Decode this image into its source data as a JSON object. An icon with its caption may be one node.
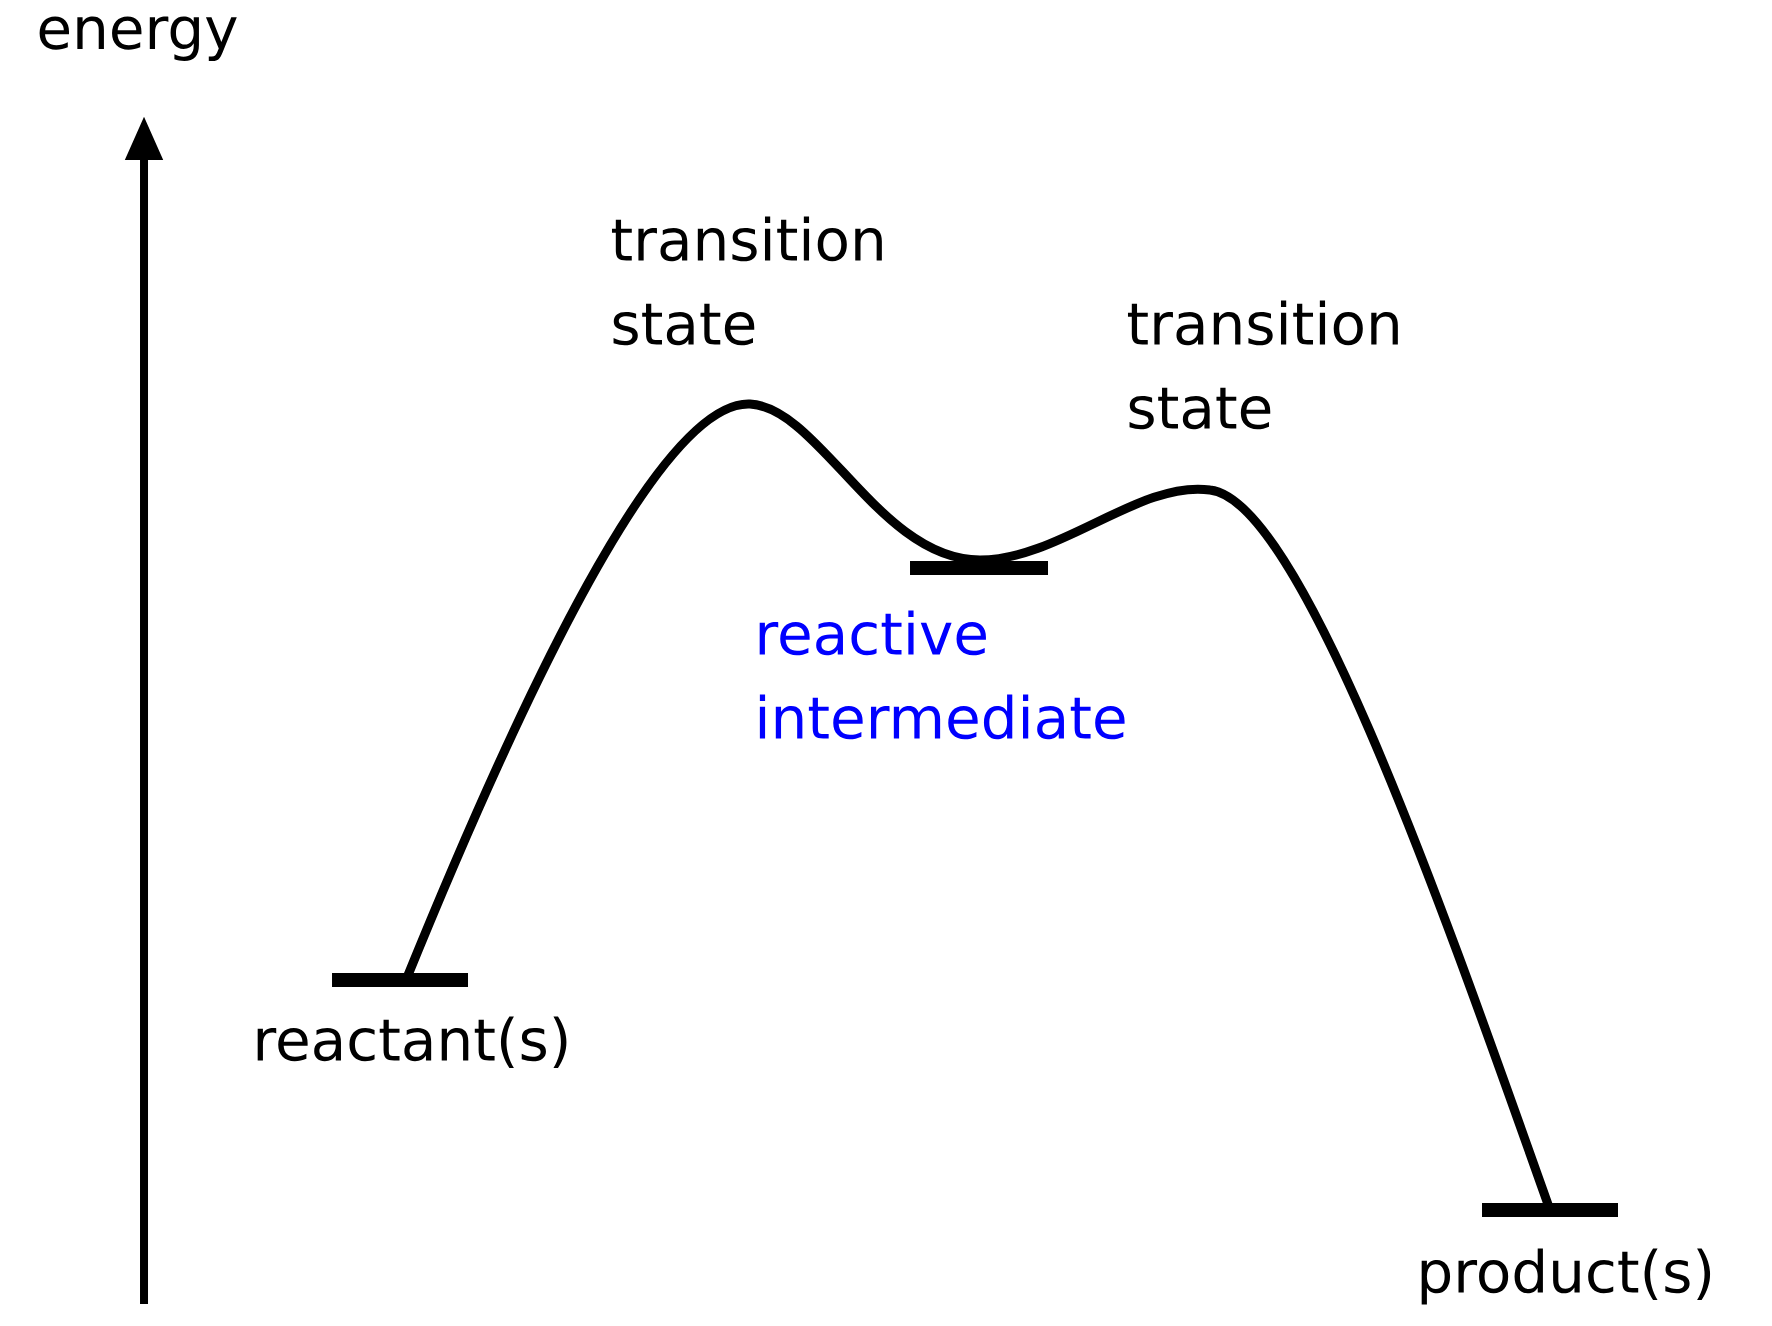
{
  "diagram": {
    "labels": [
      "energy",
      "transition state",
      "transition state",
      "reactive intermediate",
      "reactant(s)",
      "product(s)"
    ]
  }
}
